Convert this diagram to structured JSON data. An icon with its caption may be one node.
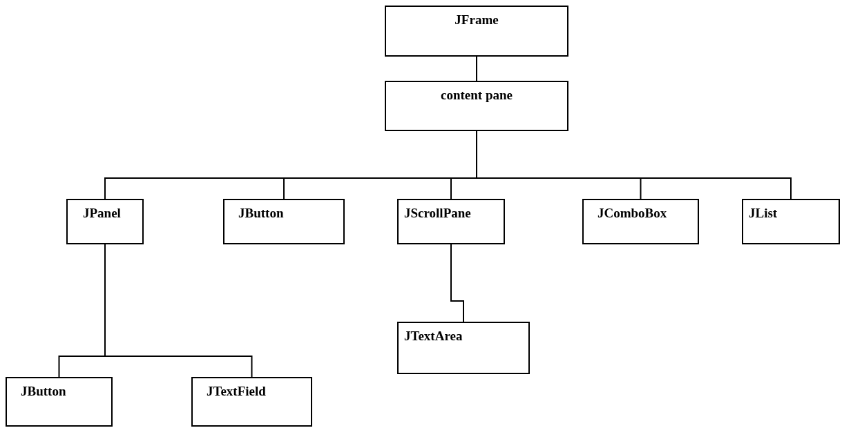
{
  "diagram": {
    "nodes": [
      {
        "text": [
          "JFrame"
        ]
      },
      {
        "text": [
          "content pane"
        ]
      },
      {
        "text": [
          "JPanel"
        ]
      },
      {
        "text": [
          "JButton"
        ]
      },
      {
        "text": [
          "JScrollPane"
        ]
      },
      {
        "text": [
          "JComboBox"
        ]
      },
      {
        "text": [
          "JList"
        ]
      },
      {
        "text": [
          "JTextArea"
        ]
      },
      {
        "text": [
          "JButton"
        ]
      },
      {
        "text": [
          "JTextField"
        ]
      }
    ],
    "edges": [
      {
        "from": 0,
        "to": 1,
        "arrow": "none"
      },
      {
        "from": 1,
        "to": 2,
        "arrow": "none"
      },
      {
        "from": 1,
        "to": 3,
        "arrow": "none"
      },
      {
        "from": 1,
        "to": 4,
        "arrow": "none"
      },
      {
        "from": 1,
        "to": 5,
        "arrow": "none"
      },
      {
        "from": 1,
        "to": 6,
        "arrow": "none"
      },
      {
        "from": 4,
        "to": 7,
        "arrow": "none"
      },
      {
        "from": 2,
        "to": 8,
        "arrow": "none"
      },
      {
        "from": 2,
        "to": 9,
        "arrow": "none"
      }
    ]
  }
}
